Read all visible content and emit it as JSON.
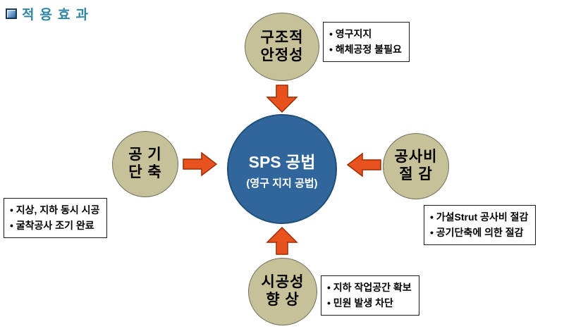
{
  "header": {
    "title": "적용효과"
  },
  "center": {
    "title": "SPS 공법",
    "subtitle": "(영구 지지 공법)"
  },
  "nodes": {
    "top": {
      "line1": "구조적",
      "line2": "안정성",
      "items": [
        "영구지지",
        "해체공정 불필요"
      ]
    },
    "left": {
      "line1": "공 기",
      "line2": "단 축",
      "items": [
        "지상, 지하 동시 시공",
        "굴착공사 조기 완료"
      ]
    },
    "right": {
      "line1": "공사비",
      "line2": "절 감",
      "items": [
        "가설Strut 공사비 절감",
        "공기단축에 의한 절감"
      ]
    },
    "bottom": {
      "line1": "시공성",
      "line2": "향 상",
      "items": [
        "지하 작업공간 확보",
        "민원 발생 차단"
      ]
    }
  },
  "colors": {
    "accent_teal": "#2E86A3",
    "node_fill": "#C7C199",
    "center_fill": "#31669C",
    "arrow_fill": "#E8521E",
    "arrow_outline": "#9E2B00"
  }
}
